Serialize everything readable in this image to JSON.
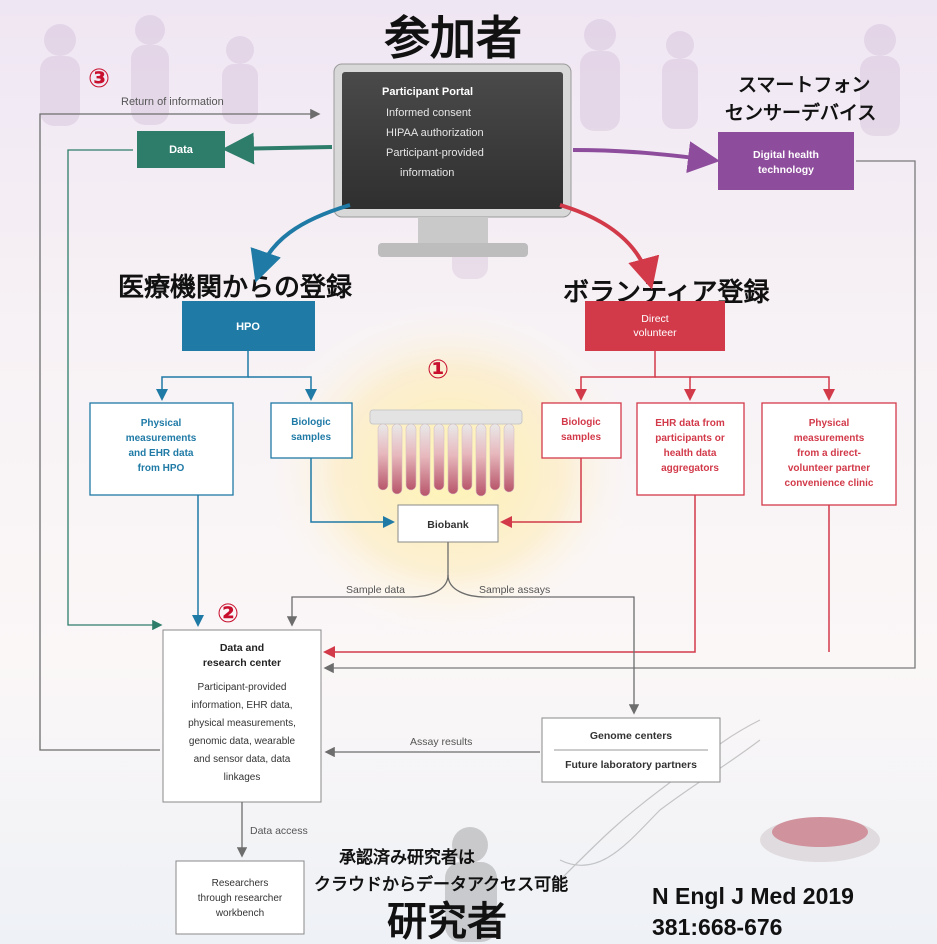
{
  "headings": {
    "participants": "参加者",
    "researchers": "研究者"
  },
  "markers": {
    "one": "①",
    "two": "②",
    "three": "③"
  },
  "annotations": {
    "smartphone_line1": "スマートフォン",
    "smartphone_line2": "センサーデバイス",
    "medical_registration": "医療機関からの登録",
    "volunteer_registration": "ボランティア登録",
    "approved_line1": "承認済み研究者は",
    "approved_line2": "クラウドからデータアクセス可能"
  },
  "citation": {
    "line1": "N Engl J Med 2019",
    "line2": "381:668-676"
  },
  "portal": {
    "title": "Participant Portal",
    "items": [
      "Informed consent",
      "HIPAA authorization",
      "Participant-provided",
      "information"
    ]
  },
  "boxes": {
    "data": "Data",
    "digital_health": [
      "Digital health",
      "technology"
    ],
    "hpo": "HPO",
    "direct_volunteer": [
      "Direct",
      "volunteer"
    ],
    "hpo_physical": [
      "Physical",
      "measurements",
      "and EHR data",
      "from HPO"
    ],
    "hpo_biologic": [
      "Biologic",
      "samples"
    ],
    "dv_biologic": [
      "Biologic",
      "samples"
    ],
    "dv_ehr": [
      "EHR data from",
      "participants or",
      "health data",
      "aggregators"
    ],
    "dv_physical": [
      "Physical",
      "measurements",
      "from a direct-",
      "volunteer partner",
      "convenience clinic"
    ],
    "biobank": "Biobank",
    "drc_title": [
      "Data and",
      "research center"
    ],
    "drc_body": [
      "Participant-provided",
      "information, EHR data,",
      "physical measurements,",
      "genomic data, wearable",
      "and sensor data, data",
      "linkages"
    ],
    "genome_centers": "Genome centers",
    "future_partners": "Future laboratory partners",
    "researchers_box": [
      "Researchers",
      "through researcher",
      "workbench"
    ]
  },
  "flow_labels": {
    "return_info": "Return of information",
    "sample_data": "Sample data",
    "sample_assays": "Sample assays",
    "assay_results": "Assay results",
    "data_access": "Data access"
  },
  "colors": {
    "teal": "#2e7d6b",
    "blue": "#1f7aa6",
    "red": "#d23a4a",
    "purple": "#8e4c9c",
    "gray": "#7a7a7a",
    "marker_red": "#c8102e"
  }
}
